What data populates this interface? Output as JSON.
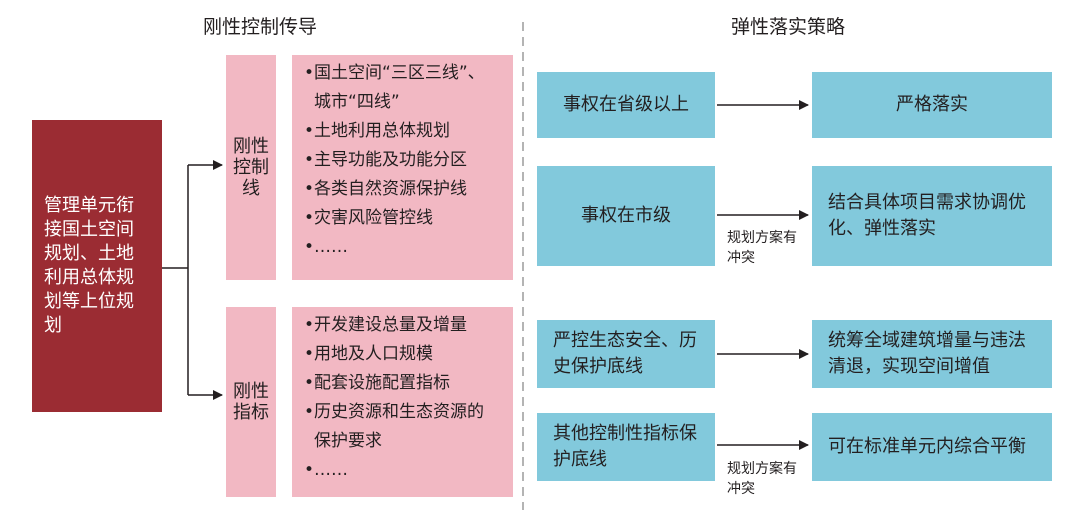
{
  "headers": {
    "left": "刚性控制传导",
    "right": "弹性落实策略"
  },
  "source_box": "管理单元衔接国土空间规划、土地利用总体规划等上位规划",
  "rigid_control": {
    "label": "刚性控制线",
    "items": [
      {
        "bullet": "•",
        "text": "国土空间“三区三线”、城市“四线”"
      },
      {
        "bullet": "•",
        "text": "土地利用总体规划"
      },
      {
        "bullet": "•",
        "text": "主导功能及功能分区"
      },
      {
        "bullet": "•",
        "text": "各类自然资源保护线"
      },
      {
        "bullet": "•",
        "text": "灾害风险管控线"
      },
      {
        "bullet": "•",
        "text": "……"
      }
    ]
  },
  "rigid_indicator": {
    "label": "刚性指标",
    "items": [
      {
        "bullet": "•",
        "text": "开发建设总量及增量"
      },
      {
        "bullet": "•",
        "text": "用地及人口规模"
      },
      {
        "bullet": "•",
        "text": "配套设施配置指标"
      },
      {
        "bullet": "•",
        "text": "历史资源和生态资源的保护要求"
      },
      {
        "bullet": "•",
        "text": "……"
      }
    ]
  },
  "strategies": [
    {
      "condition": "事权在省级以上",
      "result": "严格落实",
      "note": ""
    },
    {
      "condition": "事权在市级",
      "result": "结合具体项目需求协调优化、弹性落实",
      "note": "规划方案有冲突"
    },
    {
      "condition": "严控生态安全、历史保护底线",
      "result": "统筹全域建筑增量与违法清退，实现空间增值",
      "note": ""
    },
    {
      "condition": "其他控制性指标保护底线",
      "result": "可在标准单元内综合平衡",
      "note": "规划方案有冲突"
    }
  ],
  "colors": {
    "source": "#9b2c33",
    "pink": "#f2b8c3",
    "blue": "#82c9dc",
    "line": "#231f20",
    "divider": "#8c8c8c"
  }
}
